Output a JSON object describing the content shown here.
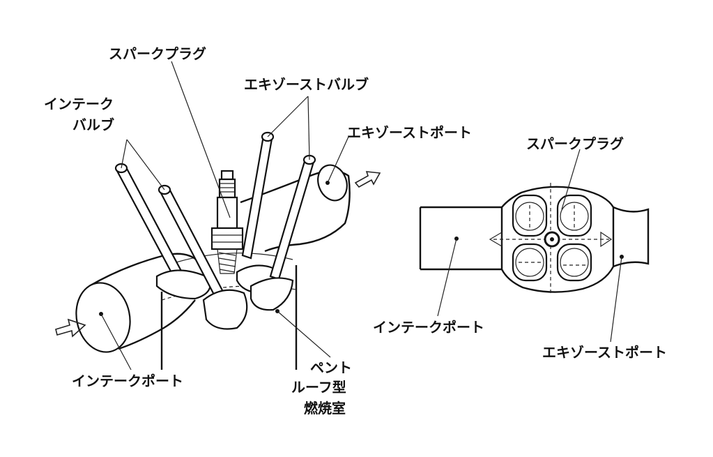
{
  "left_diagram": {
    "labels": {
      "spark_plug": "スパークプラグ",
      "exhaust_valve": "エキゾーストバルブ",
      "intake_valve_line1": "インテーク",
      "intake_valve_line2": "バルブ",
      "exhaust_port": "エキゾーストポート",
      "intake_port": "インテークポート",
      "pent_roof_line1": "ペント",
      "pent_roof_line2": "ルーフ型",
      "pent_roof_line3": "燃焼室"
    }
  },
  "right_diagram": {
    "labels": {
      "spark_plug": "スパークプラグ",
      "intake_port": "インテークポート",
      "exhaust_port": "エキゾーストポート"
    }
  },
  "colors": {
    "ink": "#111111",
    "background": "#ffffff"
  }
}
